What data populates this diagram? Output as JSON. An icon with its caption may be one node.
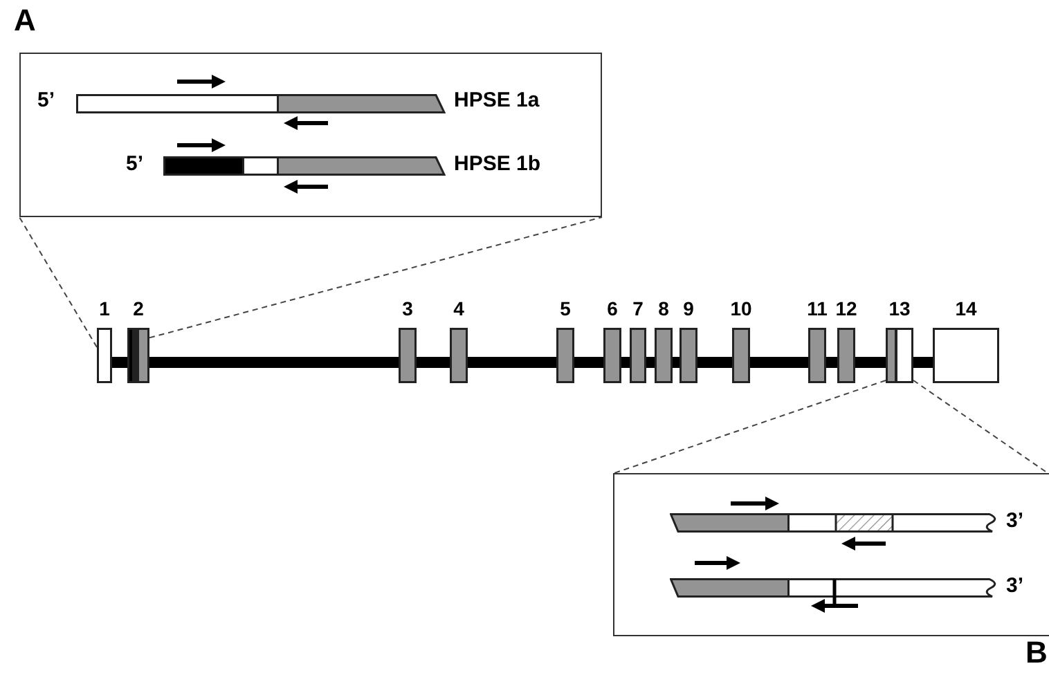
{
  "diagram": {
    "nodes": [
      {
        "text": [
          "A"
        ]
      },
      {
        "text": [],
        "shape": "bar",
        "in": 0,
        "beside": [
          "5’",
          "HPSE 1a"
        ]
      },
      {
        "text": [],
        "shape": "bar",
        "in": 0,
        "beside": [
          "5’",
          "HPSE 1b"
        ]
      },
      {
        "text": [],
        "shape": "box",
        "beside": [
          "1"
        ]
      },
      {
        "text": [],
        "shape": "box",
        "beside": [
          "2"
        ]
      },
      {
        "text": [],
        "shape": "box",
        "beside": [
          "3"
        ]
      },
      {
        "text": [],
        "shape": "box",
        "beside": [
          "4"
        ]
      },
      {
        "text": [],
        "shape": "box",
        "beside": [
          "5"
        ]
      },
      {
        "text": [],
        "shape": "box",
        "beside": [
          "6"
        ]
      },
      {
        "text": [],
        "shape": "box",
        "beside": [
          "7"
        ]
      },
      {
        "text": [],
        "shape": "box",
        "beside": [
          "8"
        ]
      },
      {
        "text": [],
        "shape": "box",
        "beside": [
          "9"
        ]
      },
      {
        "text": [],
        "shape": "box",
        "beside": [
          "10"
        ]
      },
      {
        "text": [],
        "shape": "box",
        "beside": [
          "11"
        ]
      },
      {
        "text": [],
        "shape": "box",
        "beside": [
          "12"
        ]
      },
      {
        "text": [],
        "shape": "box",
        "beside": [
          "13"
        ]
      },
      {
        "text": [],
        "shape": "box",
        "beside": [
          "14"
        ]
      },
      {
        "text": [
          "B"
        ]
      },
      {
        "text": [],
        "shape": "bar",
        "in": 17,
        "beside": [
          "3’"
        ]
      },
      {
        "text": [],
        "shape": "bar",
        "in": 17,
        "beside": [
          "3’"
        ]
      }
    ],
    "edges": [
      {
        "from": 3,
        "to": 0,
        "arrow": "none",
        "style": "dashed"
      },
      {
        "from": 4,
        "to": 0,
        "arrow": "none",
        "style": "dashed"
      },
      {
        "from": 15,
        "to": 17,
        "arrow": "none",
        "style": "dashed"
      },
      {
        "from": 15,
        "to": 17,
        "arrow": "none",
        "style": "dashed"
      }
    ]
  }
}
